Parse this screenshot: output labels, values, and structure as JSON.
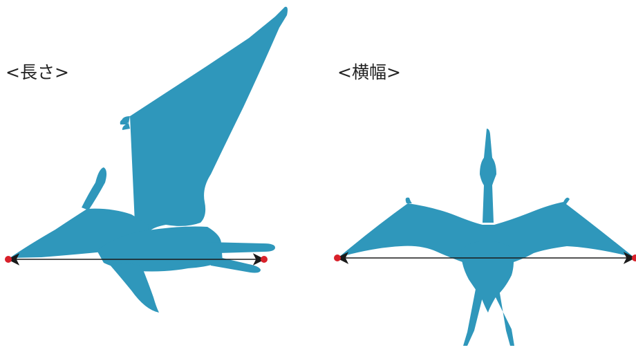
{
  "labels": {
    "length": "<長さ>",
    "width": "<横幅>"
  },
  "colors": {
    "silhouette": "#2f97bb",
    "arrow": "#1a1a1a",
    "endpoint": "#d8212b",
    "text": "#222222",
    "background": "#ffffff"
  },
  "icons": [
    "pterosaur-side-silhouette",
    "pterosaur-top-silhouette",
    "double-arrow",
    "endpoint-dot"
  ]
}
